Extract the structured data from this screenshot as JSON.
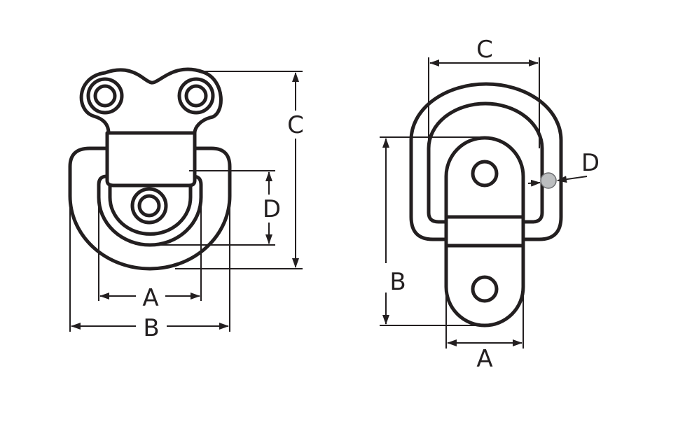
{
  "colors": {
    "ink": "#231f20",
    "wire": "#bcbec0",
    "background": "#ffffff"
  },
  "left_view": {
    "labels": {
      "a": "A",
      "b": "B",
      "c": "C",
      "d": "D"
    }
  },
  "right_view": {
    "labels": {
      "a": "A",
      "b": "B",
      "c": "C",
      "d": "D"
    }
  }
}
